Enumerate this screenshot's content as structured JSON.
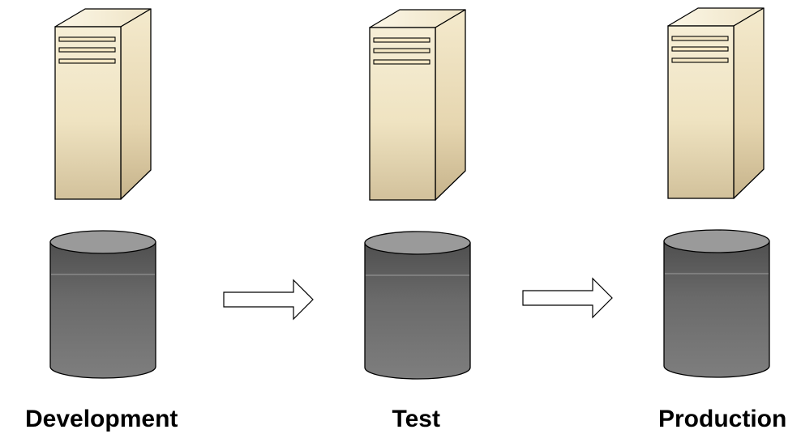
{
  "stages": [
    {
      "id": "development",
      "label": "Development"
    },
    {
      "id": "test",
      "label": "Test"
    },
    {
      "id": "production",
      "label": "Production"
    }
  ],
  "icons": {
    "server": "server-tower-icon",
    "database": "database-cylinder-icon",
    "arrow": "right-arrow-icon"
  },
  "colors": {
    "server_top": "#f5ecd2",
    "server_bottom": "#d4c4a0",
    "server_side_top": "#f3e9cc",
    "server_side_bottom": "#c9b68f",
    "database_top": "#9a9a9a",
    "database_body_dark": "#505050",
    "database_body_light": "#7c7c7c",
    "outline": "#000000"
  }
}
